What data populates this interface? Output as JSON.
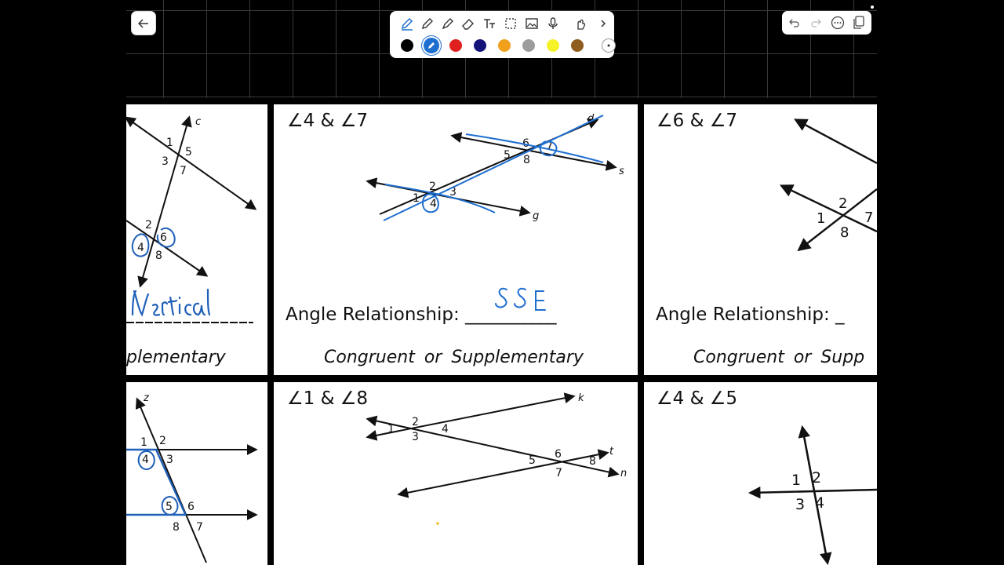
{
  "toolbar": {
    "back_icon": "arrow-left-icon",
    "tools": [
      "pen-icon",
      "pencil-icon",
      "highlighter-icon",
      "eraser-icon",
      "text-icon",
      "lasso-select-icon",
      "image-icon",
      "microphone-icon",
      "touch-draw-icon",
      "chevron-right-icon"
    ],
    "colors": [
      "#000000",
      "#1f6fd0",
      "#e0201e",
      "#14137a",
      "#f0a01c",
      "#9c9c9c",
      "#f5f22a",
      "#8f5d1e"
    ],
    "right_tools": [
      "undo-icon",
      "redo-icon",
      "more-icon",
      "pages-icon"
    ]
  },
  "cards": {
    "top_left": {
      "relationship_answer": "Vertical",
      "relationship_blank": "____________",
      "choices_partial": "plementary",
      "line_label": "c",
      "numbers": [
        "1",
        "5",
        "3",
        "7",
        "2",
        "6",
        "4",
        "8"
      ]
    },
    "top_middle": {
      "title": "∠4 & ∠7",
      "relationship_label": "Angle Relationship:",
      "relationship_blank": "___________",
      "relationship_answer": "SSE",
      "choice_a": "Congruent",
      "choice_or": "or",
      "choice_b": "Supplementary",
      "line_labels": [
        "d",
        "s",
        "g"
      ],
      "numbers": [
        "6",
        "7",
        "5",
        "8",
        "2",
        "3",
        "1",
        "4"
      ]
    },
    "top_right": {
      "title": "∠6 & ∠7",
      "relationship_label": "Angle Relationship:",
      "relationship_blank": "_",
      "choice_a": "Congruent",
      "choice_or": "or",
      "choice_b": "Supp",
      "numbers": [
        "2",
        "1",
        "7",
        "8"
      ]
    },
    "bottom_left": {
      "line_label": "z",
      "numbers": [
        "1",
        "2",
        "4",
        "3",
        "5",
        "6",
        "8",
        "7"
      ]
    },
    "bottom_middle": {
      "title": "∠1 & ∠8",
      "line_labels": [
        "k",
        "t",
        "n"
      ],
      "numbers": [
        "2",
        "1",
        "4",
        "3",
        "6",
        "5",
        "8",
        "7"
      ]
    },
    "bottom_right": {
      "title": "∠4 & ∠5",
      "numbers": [
        "1",
        "2",
        "3",
        "4"
      ]
    }
  }
}
